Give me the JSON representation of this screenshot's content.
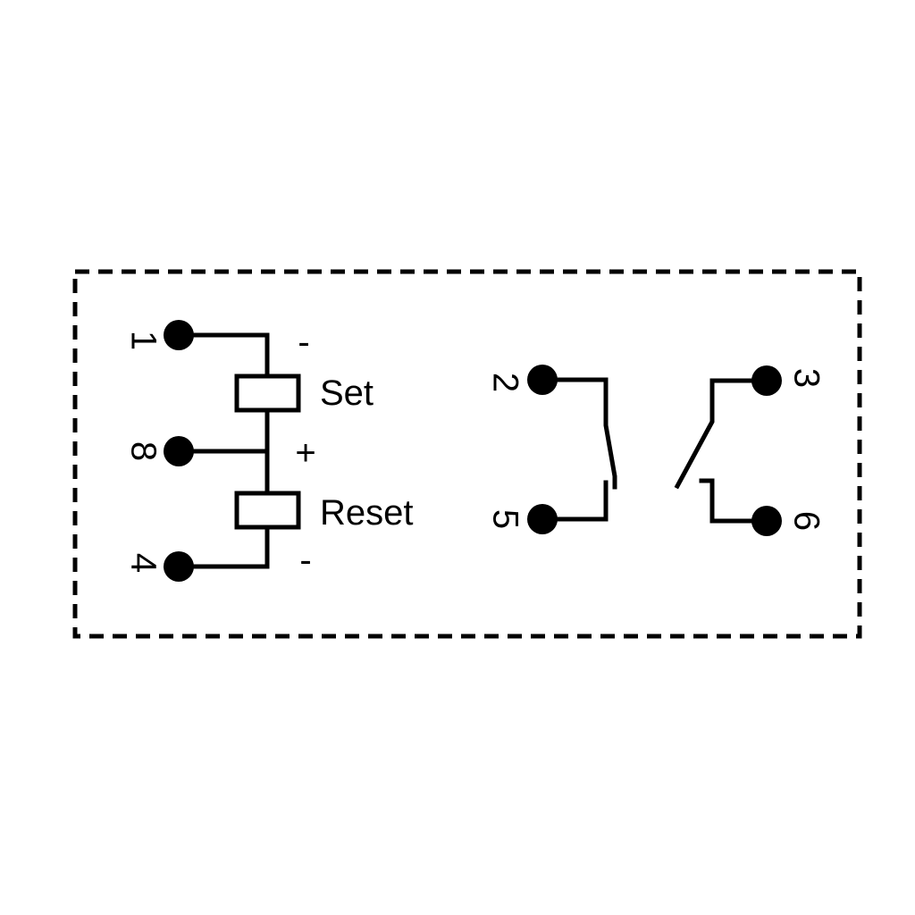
{
  "diagram": {
    "pins": {
      "p1": "1",
      "p2": "2",
      "p3": "3",
      "p4": "4",
      "p5": "5",
      "p6": "6",
      "p8": "8"
    },
    "coils": {
      "set_label": "Set",
      "reset_label": "Reset"
    },
    "polarity": {
      "pin1_sign": "-",
      "pin8_sign": "+",
      "pin4_sign": "-"
    }
  }
}
